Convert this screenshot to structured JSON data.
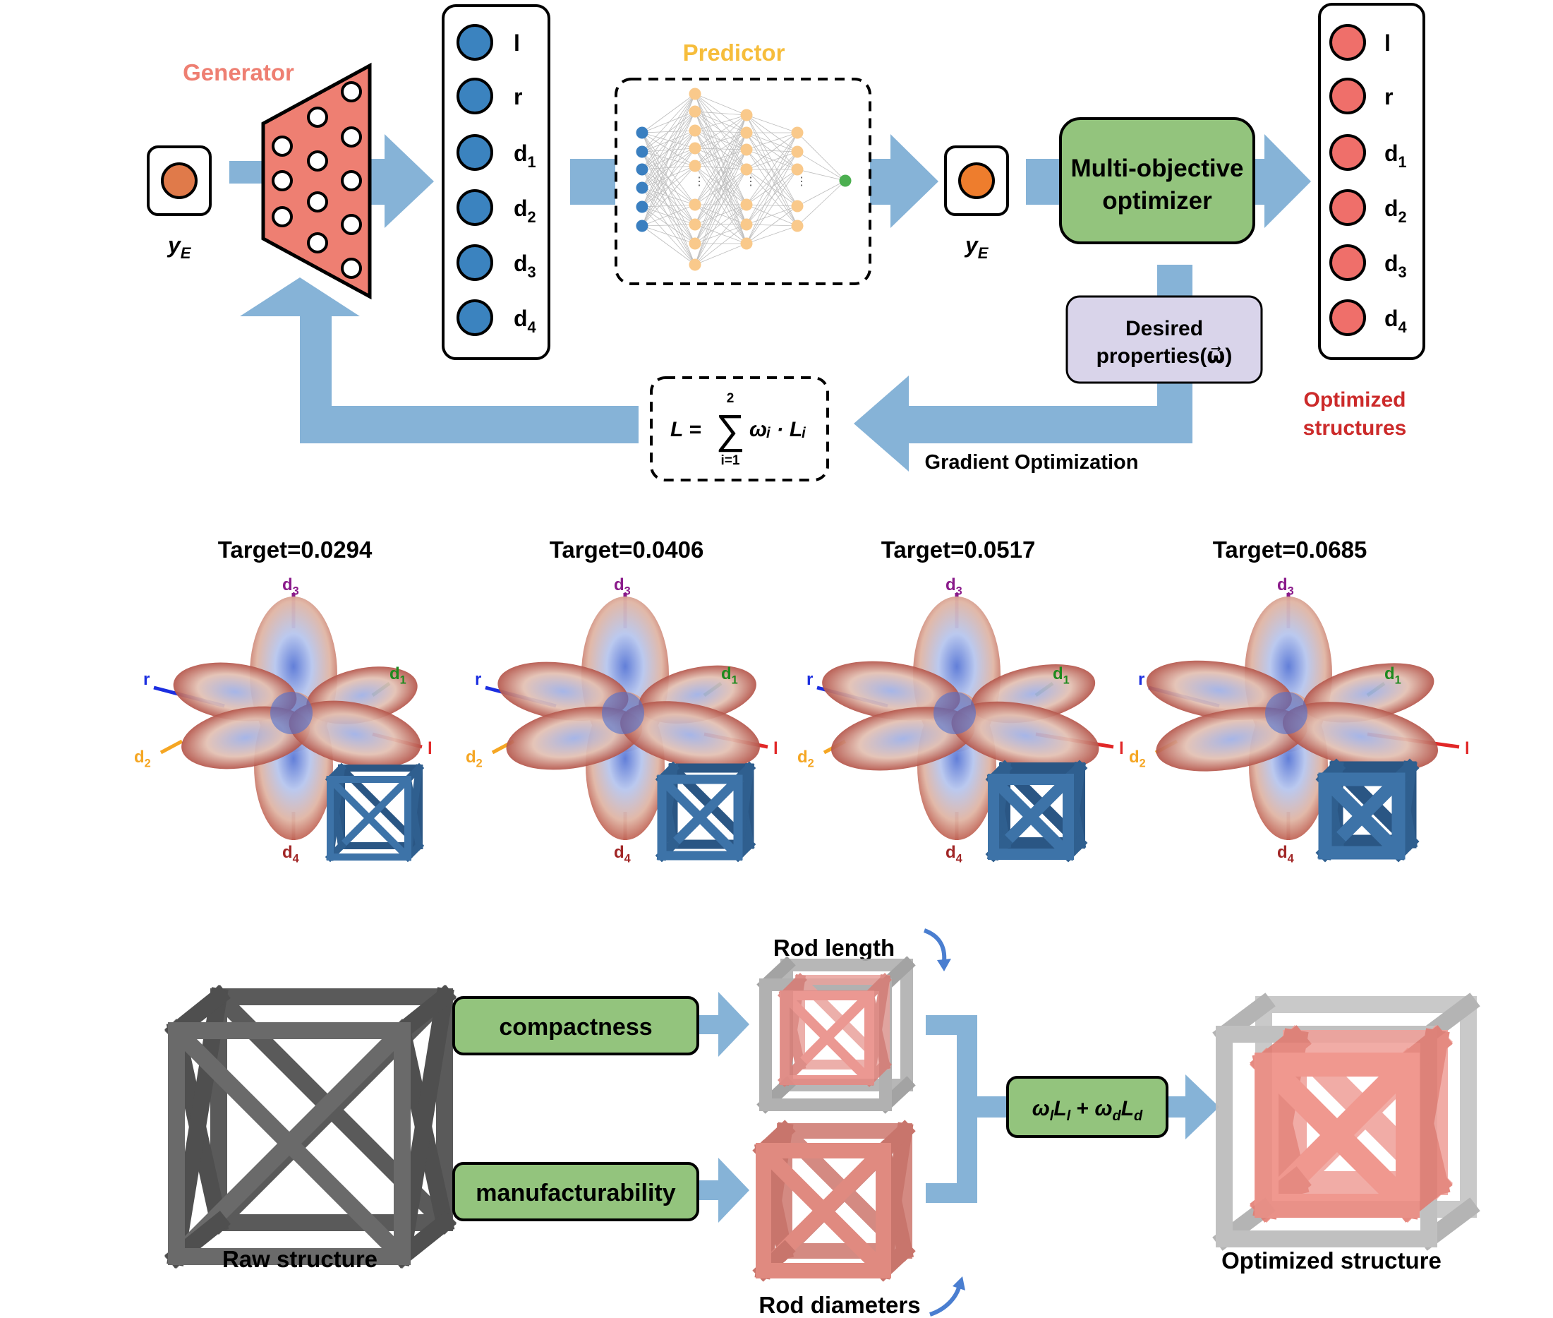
{
  "colors": {
    "arrow": "#86b3d7",
    "generator_fill": "#ee7f72",
    "input_node": "#e07a4a",
    "blue_node": "#3b83bf",
    "red_node": "#ef6f6a",
    "predictor_input": "#3a7fc0",
    "predictor_hidden": "#f9c98b",
    "predictor_output": "#4caf50",
    "optimizer_fill": "#93c47d",
    "desired_fill": "#d9d4ea",
    "generator_title": "#ee7f72",
    "predictor_title": "#f6bd3b",
    "optimized_title": "#cc2a2a",
    "cube_blue": "#3d73a8",
    "cube_gray": "#636363",
    "cube_red": "#ea8d85",
    "green_box": "#93c47d",
    "axis_l": "#e12727",
    "axis_r": "#1b2ee0",
    "axis_d1": "#1e8a1e",
    "axis_d2": "#f5a623",
    "axis_d3": "#8a1a8a",
    "axis_d4": "#a12626"
  },
  "top": {
    "generator_label": "Generator",
    "predictor_label": "Predictor",
    "input_label": "y",
    "input_sub": "E",
    "output_label": "y",
    "output_sub": "E",
    "optimizer_line1": "Multi-objective",
    "optimizer_line2": "optimizer",
    "desired_line1": "Desired",
    "desired_line2": "properties(ω⃗)",
    "loss_lhs": "L =",
    "loss_sum_upper": "2",
    "loss_sum_lower": "i=1",
    "loss_rhs": "ωᵢ · Lᵢ",
    "gradient_label": "Gradient Optimization",
    "optimized_line1": "Optimized",
    "optimized_line2": "structures",
    "params": [
      {
        "base": "l",
        "sub": ""
      },
      {
        "base": "r",
        "sub": ""
      },
      {
        "base": "d",
        "sub": "1"
      },
      {
        "base": "d",
        "sub": "2"
      },
      {
        "base": "d",
        "sub": "3"
      },
      {
        "base": "d",
        "sub": "4"
      }
    ]
  },
  "middle": {
    "panels": [
      {
        "title": "Target=0.0294"
      },
      {
        "title": "Target=0.0406"
      },
      {
        "title": "Target=0.0517"
      },
      {
        "title": "Target=0.0685"
      }
    ],
    "axis_labels": {
      "d3": {
        "base": "d",
        "sub": "3"
      },
      "d1": {
        "base": "d",
        "sub": "1"
      },
      "r": {
        "base": "r",
        "sub": ""
      },
      "d2": {
        "base": "d",
        "sub": "2"
      },
      "l": {
        "base": "l",
        "sub": ""
      },
      "d4": {
        "base": "d",
        "sub": "4"
      }
    }
  },
  "bottom": {
    "raw_label": "Raw structure",
    "compactness_label": "compactness",
    "manufacturability_label": "manufacturability",
    "rod_length_label": "Rod length",
    "rod_diameters_label": "Rod diameters",
    "combined_w1": "ω",
    "combined_l1sub": "l",
    "combined_L1": "L",
    "combined_plus": " + ",
    "combined_w2": "ω",
    "combined_d2sub": "d",
    "combined_L2": "L",
    "optimized_label": "Optimized structure"
  }
}
